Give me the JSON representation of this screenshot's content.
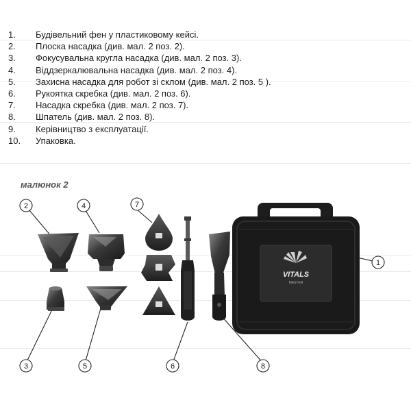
{
  "contents_list": [
    {
      "num": "1.",
      "text": "Будівельний фен у пластиковому кейсі."
    },
    {
      "num": "2.",
      "text": "Плоска насадка (див. мал. 2 поз. 2)."
    },
    {
      "num": "3.",
      "text": "Фокусувальна кругла насадка (див. мал. 2 поз. 3)."
    },
    {
      "num": "4.",
      "text": "Віддзеркалювальна насадка (див. мал. 2 поз. 4)."
    },
    {
      "num": "5.",
      "text": "Захисна насадка для робот зі склом (див. мал. 2 поз. 5 )."
    },
    {
      "num": "6.",
      "text": "Рукоятка скребка (див. мал. 2 поз. 6)."
    },
    {
      "num": "7.",
      "text": "Насадка скребка (див. мал. 2 поз. 7)."
    },
    {
      "num": "8.",
      "text": "Шпатель (див. мал. 2 поз. 8)."
    },
    {
      "num": "9.",
      "text": "Керівництво з експлуатації."
    },
    {
      "num": "10.",
      "text": "Упаковка."
    }
  ],
  "figure": {
    "caption": "малюнок 2",
    "callouts": [
      "1",
      "2",
      "3",
      "4",
      "5",
      "6",
      "7",
      "8"
    ],
    "case_brand": "VITALS",
    "case_subbrand": "MASTER"
  }
}
